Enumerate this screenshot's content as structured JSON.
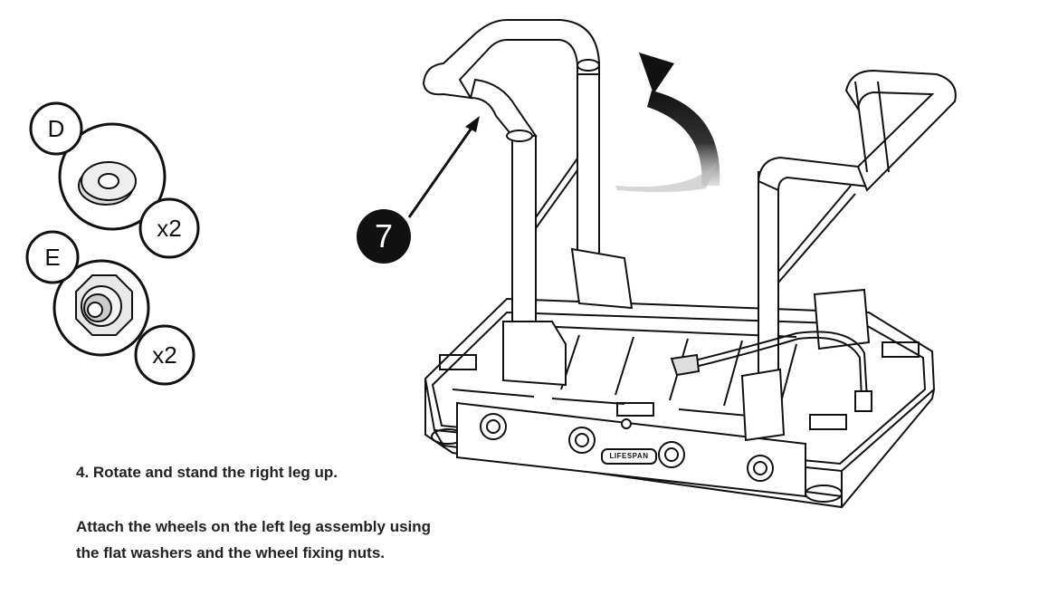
{
  "parts": [
    {
      "letter": "D",
      "quantity": "x2",
      "icon": "flat-washer-icon"
    },
    {
      "letter": "E",
      "quantity": "x2",
      "icon": "wheel-fixing-nut-icon"
    }
  ],
  "callout": {
    "number": "7"
  },
  "instructions": {
    "step": "4. Rotate and stand the right leg up.",
    "line1": "Attach the wheels on the left leg assembly using",
    "line2": "the flat washers and the wheel fixing nuts."
  },
  "logo_text": "LIFESPAN"
}
